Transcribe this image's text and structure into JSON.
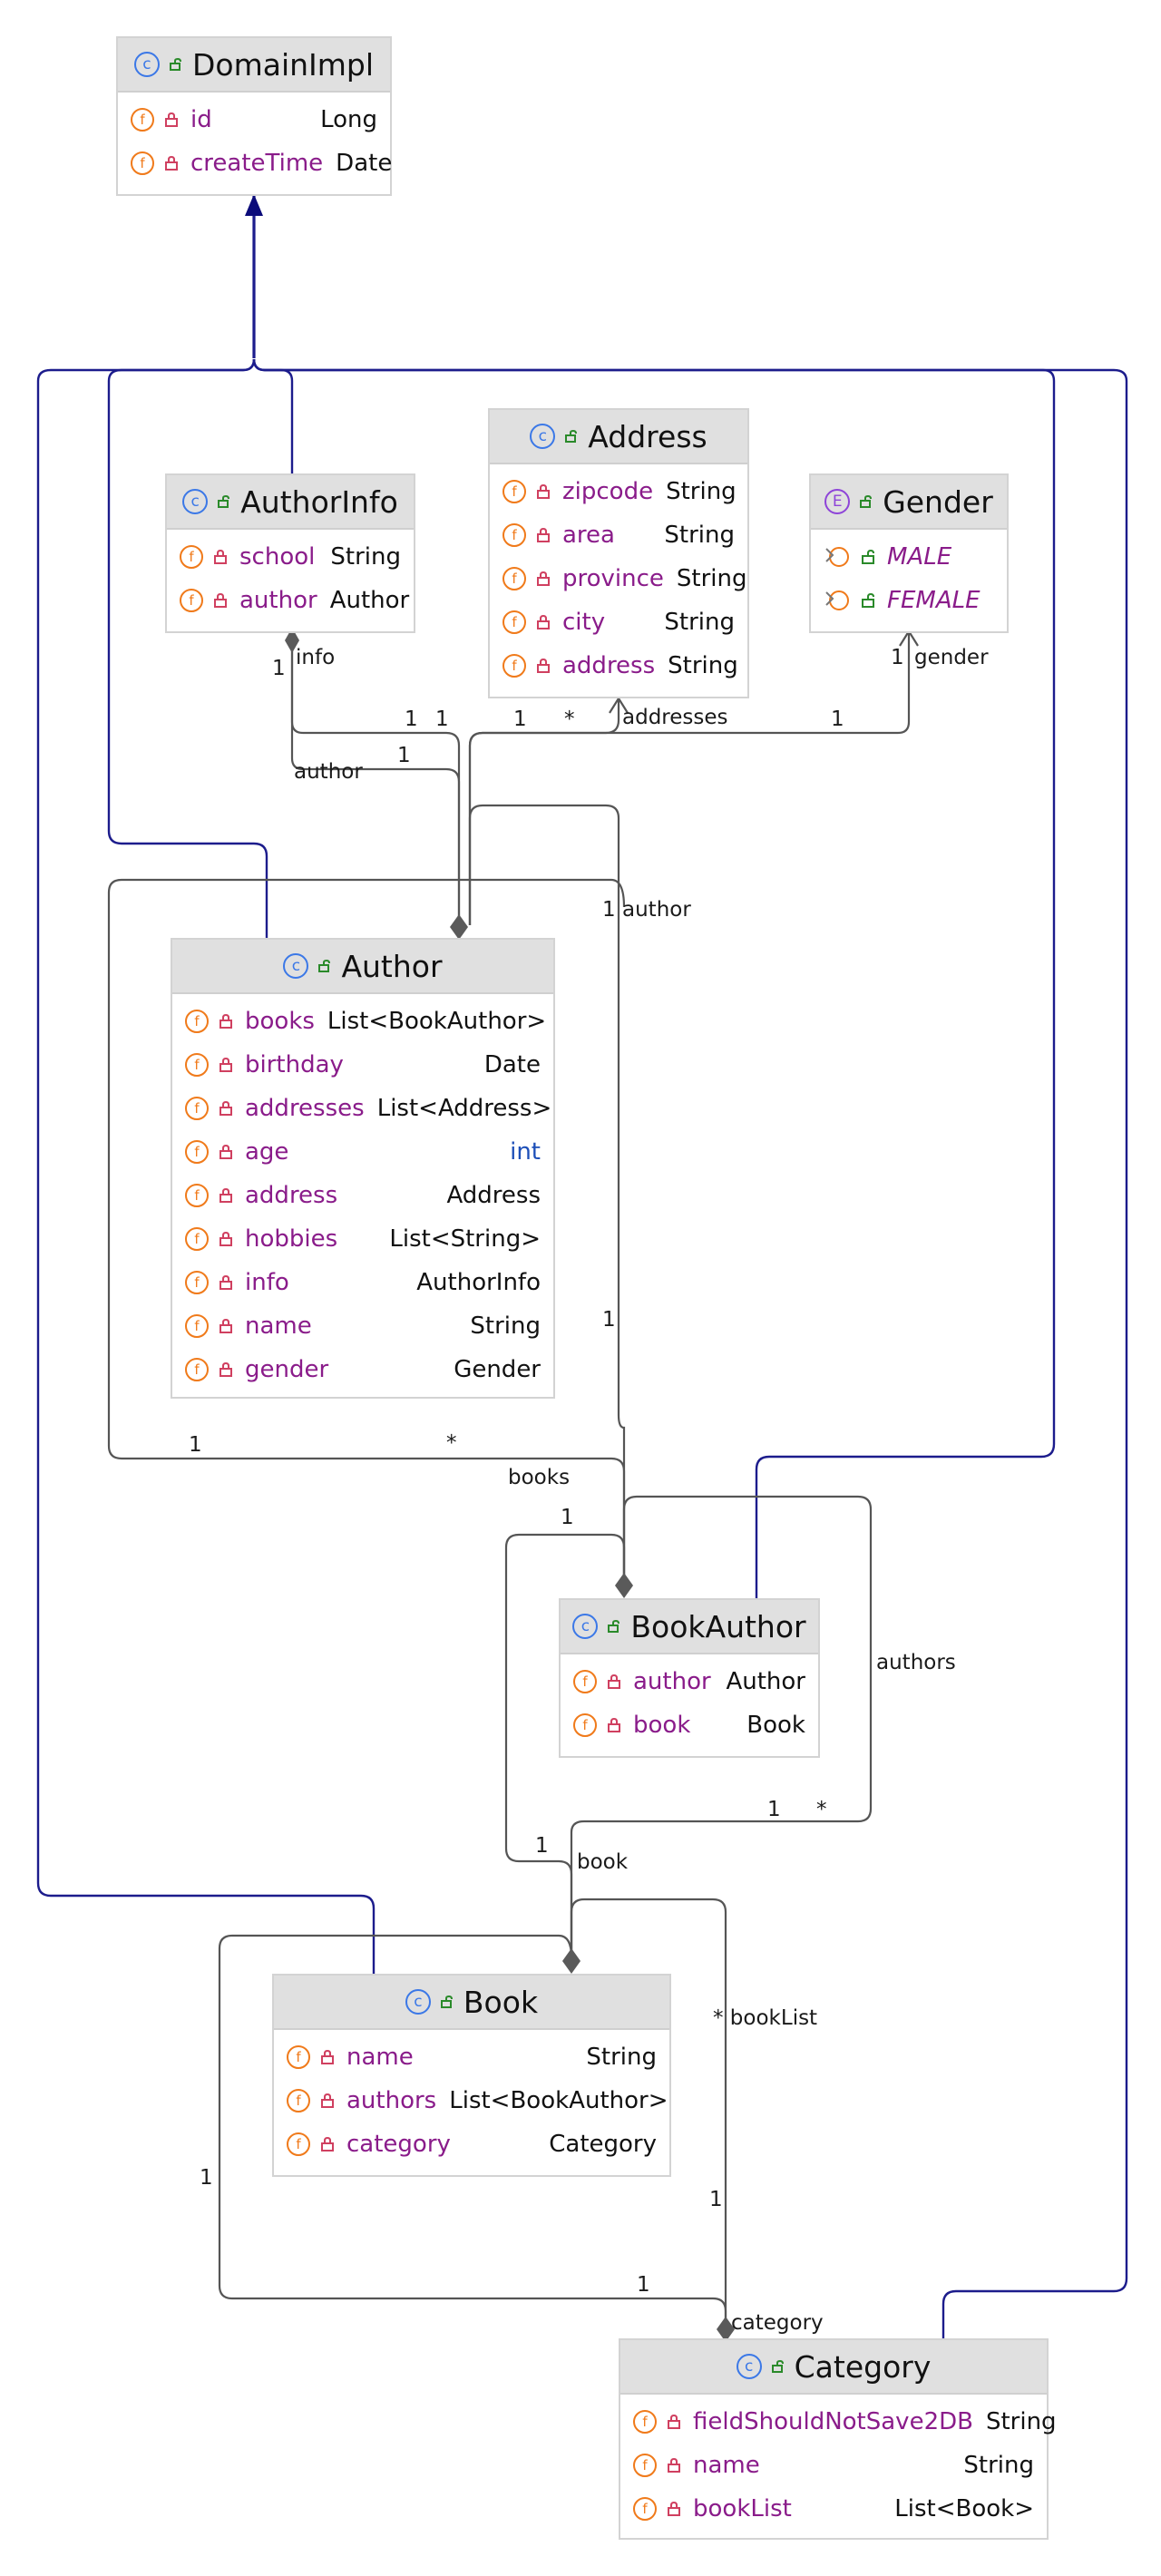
{
  "classes": {
    "domainimpl": {
      "name": "DomainImpl",
      "fields": [
        {
          "name": "id",
          "type": "Long"
        },
        {
          "name": "createTime",
          "type": "Date"
        }
      ]
    },
    "address": {
      "name": "Address",
      "fields": [
        {
          "name": "zipcode",
          "type": "String"
        },
        {
          "name": "area",
          "type": "String"
        },
        {
          "name": "province",
          "type": "String"
        },
        {
          "name": "city",
          "type": "String"
        },
        {
          "name": "address",
          "type": "String"
        }
      ]
    },
    "authorinfo": {
      "name": "AuthorInfo",
      "fields": [
        {
          "name": "school",
          "type": "String"
        },
        {
          "name": "author",
          "type": "Author"
        }
      ]
    },
    "gender": {
      "name": "Gender",
      "constants": [
        "MALE",
        "FEMALE"
      ]
    },
    "author": {
      "name": "Author",
      "fields": [
        {
          "name": "books",
          "type": "List<BookAuthor>"
        },
        {
          "name": "birthday",
          "type": "Date"
        },
        {
          "name": "addresses",
          "type": "List<Address>"
        },
        {
          "name": "age",
          "type": "int"
        },
        {
          "name": "address",
          "type": "Address"
        },
        {
          "name": "hobbies",
          "type": "List<String>"
        },
        {
          "name": "info",
          "type": "AuthorInfo"
        },
        {
          "name": "name",
          "type": "String"
        },
        {
          "name": "gender",
          "type": "Gender"
        }
      ]
    },
    "bookauthor": {
      "name": "BookAuthor",
      "fields": [
        {
          "name": "author",
          "type": "Author"
        },
        {
          "name": "book",
          "type": "Book"
        }
      ]
    },
    "book": {
      "name": "Book",
      "fields": [
        {
          "name": "name",
          "type": "String"
        },
        {
          "name": "authors",
          "type": "List<BookAuthor>"
        },
        {
          "name": "category",
          "type": "Category"
        }
      ]
    },
    "category": {
      "name": "Category",
      "fields": [
        {
          "name": "fieldShouldNotSave2DB",
          "type": "String"
        },
        {
          "name": "name",
          "type": "String"
        },
        {
          "name": "bookList",
          "type": "List<Book>"
        }
      ]
    }
  },
  "edge_labels": {
    "info": "info",
    "info_mult": "1",
    "author_ai": "author",
    "author_ai_mult": "1",
    "one_a": "1",
    "one_b": "1",
    "one_c": "1",
    "star_addr": "*",
    "addresses": "addresses",
    "one_gender_left": "1",
    "gender_mult": "1",
    "gender": "gender",
    "ba_author_mult": "1",
    "ba_author": "author",
    "ba_author_mult2": "1",
    "books_one": "1",
    "books_star": "*",
    "books": "books",
    "ba_top_one": "1",
    "authors": "authors",
    "authors_one": "1",
    "authors_star": "*",
    "book_one": "1",
    "book": "book",
    "booklist": "* bookList",
    "category_one_left": "1",
    "category_one_right": "1",
    "category_one_bottom": "1",
    "category": "category"
  },
  "colors": {
    "inheritance": "#1c1c8c",
    "association": "#555555",
    "field_name": "#8a1c8a",
    "class_icon": "#3b78e7",
    "field_icon": "#f07a1a",
    "enum_icon": "#8e44d8"
  }
}
